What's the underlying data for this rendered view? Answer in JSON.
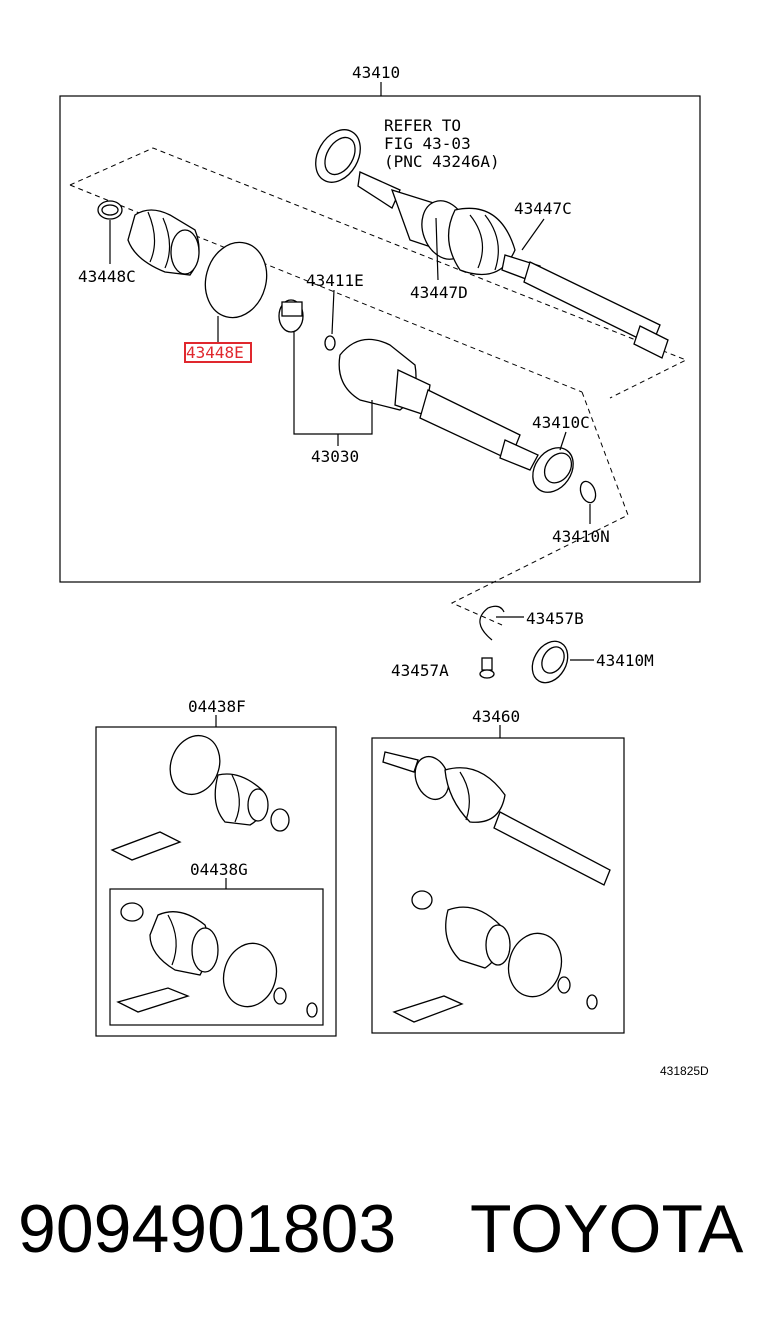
{
  "labels": {
    "assy_main": "43410",
    "refer_line1": "REFER TO",
    "refer_line2": "FIG 43-03",
    "refer_line3": "(PNC 43246A)",
    "p43447C": "43447C",
    "p43448C": "43448C",
    "p43411E": "43411E",
    "p43447D": "43447D",
    "p43448E": "43448E",
    "p43030": "43030",
    "p43410C": "43410C",
    "p43410N": "43410N",
    "p43457B": "43457B",
    "p43457A": "43457A",
    "p43410M": "43410M",
    "kit_04438F": "04438F",
    "kit_04438G": "04438G",
    "assy_43460": "43460",
    "fig_code": "431825D"
  },
  "footer": {
    "part_number": "9094901803",
    "brand": "TOYOTA"
  },
  "highlight_color": "#e0282e"
}
